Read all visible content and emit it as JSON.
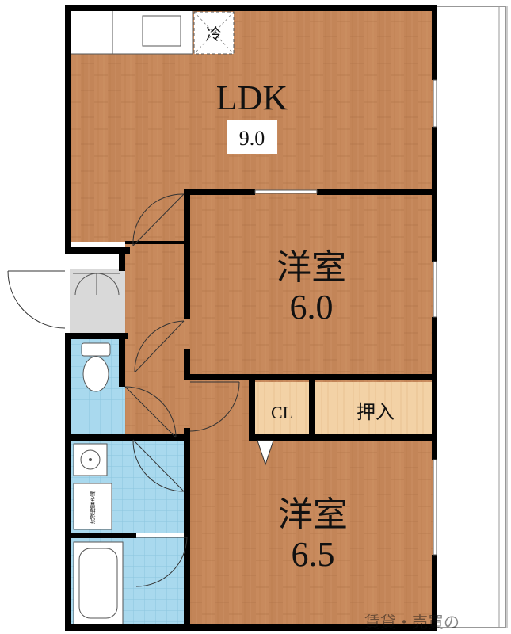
{
  "colors": {
    "wood": "#c88a5d",
    "wood_dark": "#b77a4e",
    "wall": "#000000",
    "tile_blue": "#a9d9ee",
    "closet_wood": "#f3d2a6",
    "entry_gray": "#d9d9d9"
  },
  "rooms": {
    "ldk": {
      "name": "LDK",
      "size": "9.0"
    },
    "western1": {
      "name": "洋室",
      "size": "6.0"
    },
    "western2": {
      "name": "洋室",
      "size": "6.5"
    },
    "closet": {
      "name": "CL"
    },
    "oshiire": {
      "name": "押入"
    },
    "fridge": {
      "name": "冷"
    }
  },
  "washer_label": "洗濯機置き場",
  "watermark": "賃貸・売買の"
}
